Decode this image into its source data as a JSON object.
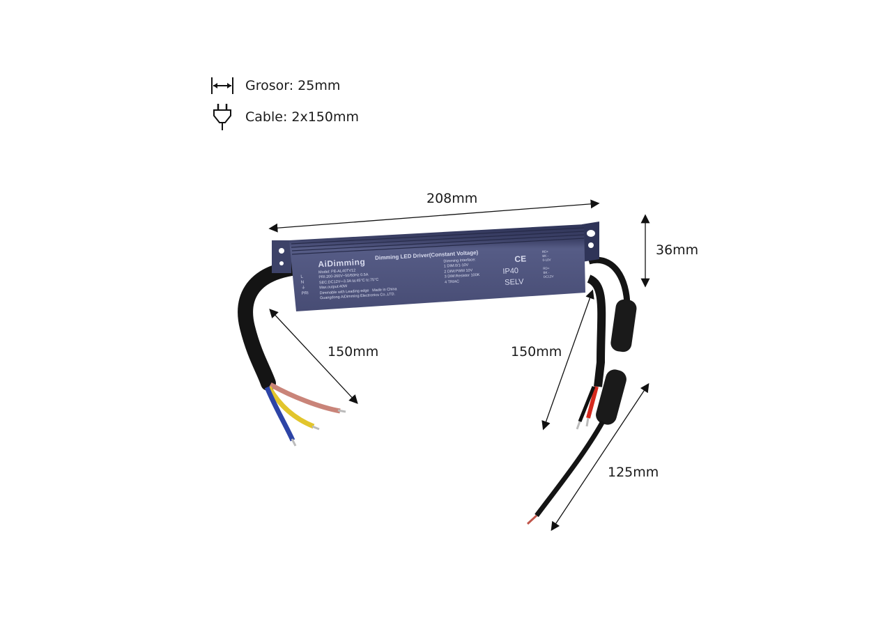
{
  "specs": [
    {
      "icon": "width-arrows-icon",
      "label": "Grosor: 25mm"
    },
    {
      "icon": "plug-icon",
      "label": "Cable: 2x150mm"
    }
  ],
  "dimensions": {
    "length": "208mm",
    "height": "36mm",
    "input_cable": "150mm",
    "output_cable": "150mm",
    "dc_cable": "125mm"
  },
  "device": {
    "brand": "AiDimming",
    "title": "Dimming LED Driver(Constant Voltage)",
    "model": "Model: PE-AL40TV12",
    "pri": "PRI:200-260V~50/60Hz  0.5A",
    "sec": "SEC:DC12V⎓3.3A  ta:45°C  tc:75°C",
    "max_output": "Max.output:40W",
    "dimmable": "Dimmable with Leading edge",
    "made_in": "Made in China",
    "maker": "Guangdong AiDimming Electronics Co.,LTD.",
    "interface_title": "Dimming Interface:",
    "interface_items": [
      "1 DIM:0/1-10V",
      "2 DIM:PWM 10V",
      "3 DIM:Resistor 100K",
      "4 TRIAC"
    ],
    "ce": "CE",
    "ip": "IP40",
    "selv": "SELV",
    "terminals": [
      "L",
      "N",
      "⏚"
    ],
    "pri_label": "PRI",
    "pri_range": "200-260V",
    "port1_label": "0-10V",
    "port2_label": "DC12V",
    "rd": "RD+",
    "bk": "BK -"
  },
  "colors": {
    "body": "#4a5079",
    "body_dark": "#2f3458",
    "text": "#d9dcef",
    "cable": "#141414"
  }
}
